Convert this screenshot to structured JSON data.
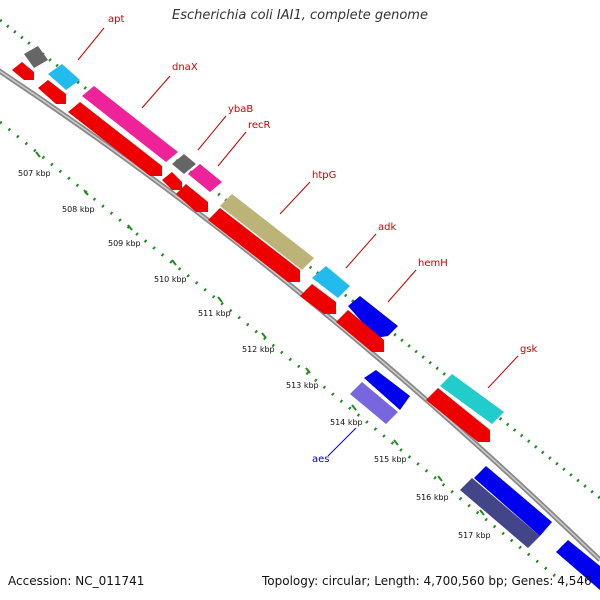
{
  "title": "Escherichia coli IAI1, complete genome",
  "footer": {
    "accession": "Accession: NC_011741",
    "summary": "Topology: circular; Length: 4,700,560 bp; Genes: 4,546"
  },
  "scale": {
    "tick_labels": [
      "507 kbp",
      "508 kbp",
      "509 kbp",
      "510 kbp",
      "511 kbp",
      "512 kbp",
      "513 kbp",
      "514 kbp",
      "515 kbp",
      "516 kbp",
      "517 kbp"
    ]
  },
  "genes": [
    {
      "name": "apt",
      "label_color": "#cc0000"
    },
    {
      "name": "dnaX",
      "label_color": "#cc0000"
    },
    {
      "name": "ybaB",
      "label_color": "#cc0000"
    },
    {
      "name": "recR",
      "label_color": "#cc0000"
    },
    {
      "name": "htpG",
      "label_color": "#cc0000"
    },
    {
      "name": "adk",
      "label_color": "#cc0000"
    },
    {
      "name": "hemH",
      "label_color": "#cc0000"
    },
    {
      "name": "gsk",
      "label_color": "#cc0000"
    },
    {
      "name": "aes",
      "label_color": "#0000cc"
    }
  ],
  "colors": {
    "backbone": "#999999",
    "tick_green": "#228B22",
    "cds_red": "#ee0000",
    "cds_blue": "#0000ee",
    "orf_gray": "#666666",
    "orf_cyan": "#22bbee",
    "orf_magenta": "#ee2299",
    "orf_khaki": "#bbb377",
    "orf_teal": "#22cccc",
    "orf_navy": "#444488",
    "orf_lavender": "#7766dd"
  }
}
